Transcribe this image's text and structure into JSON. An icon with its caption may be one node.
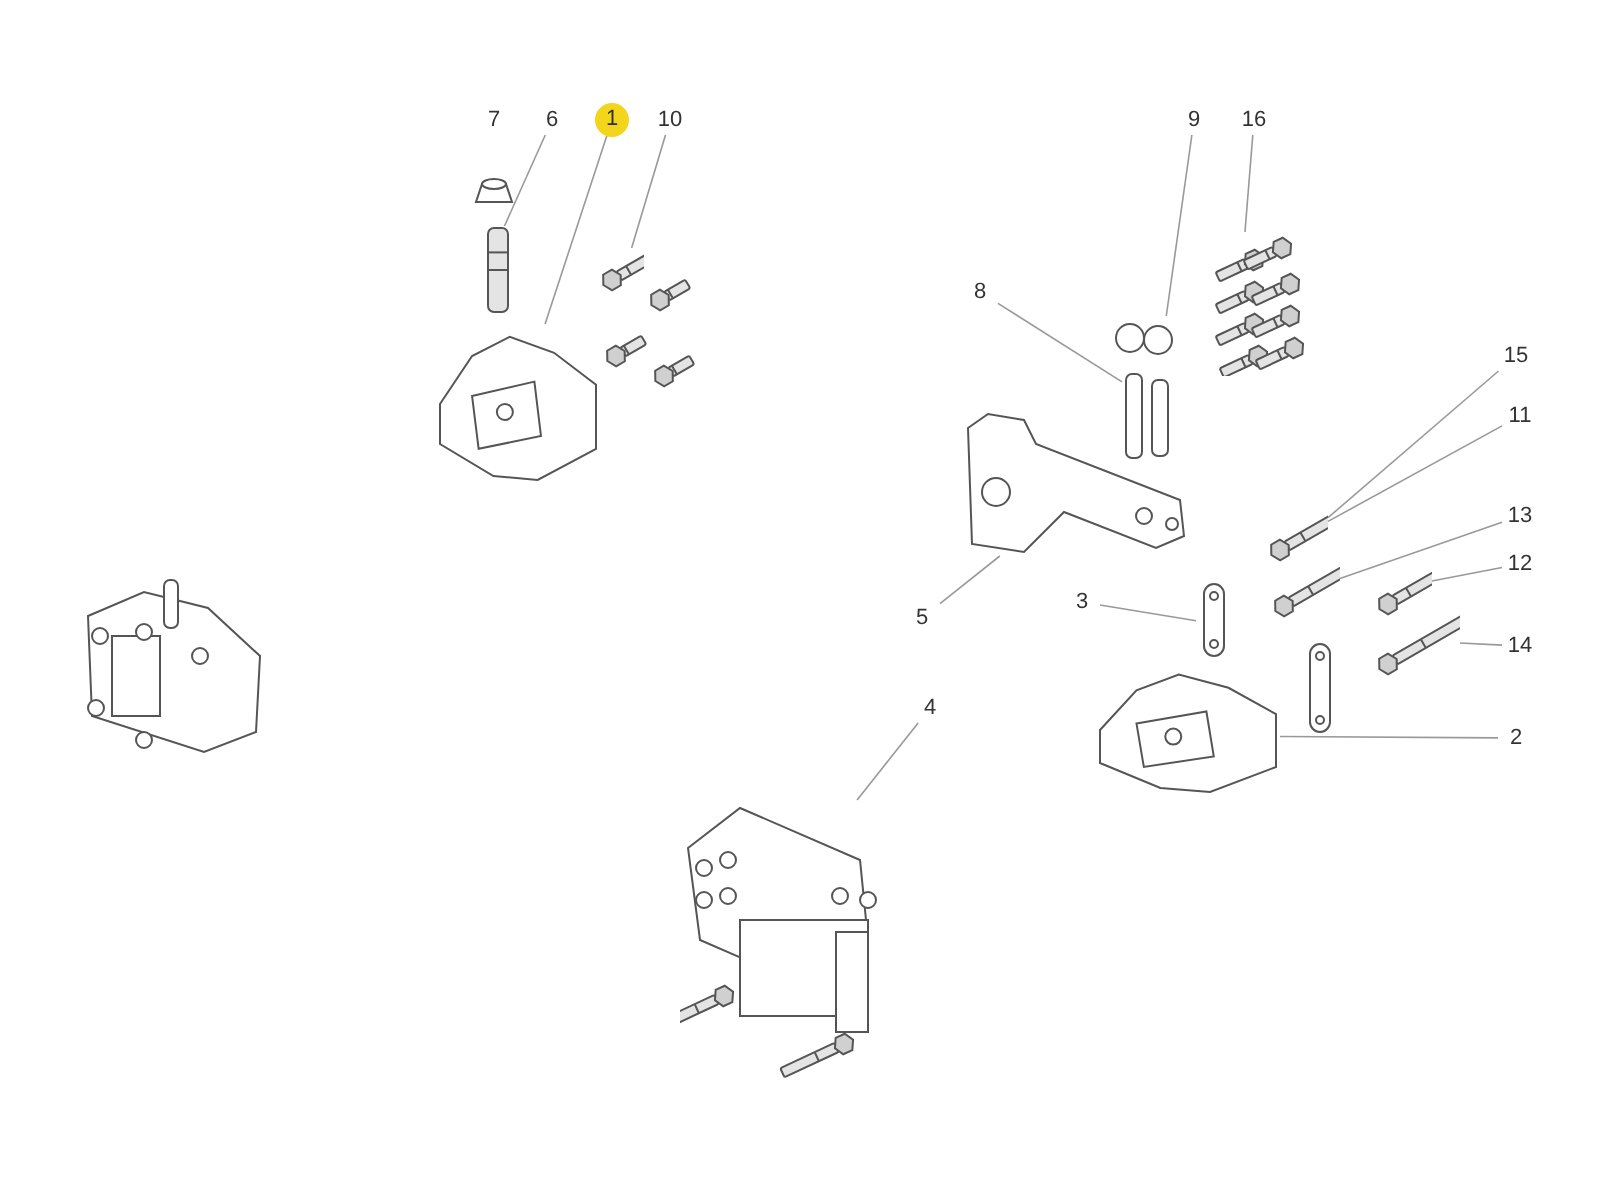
{
  "diagram": {
    "nodes": [
      {
        "text": [
          "6"
        ]
      },
      {
        "text": [
          "1"
        ]
      },
      {
        "text": [
          "10"
        ]
      },
      {
        "text": [
          "9"
        ]
      },
      {
        "text": [
          "16"
        ]
      },
      {
        "text": [
          "8"
        ]
      },
      {
        "text": [
          "15"
        ]
      },
      {
        "text": [
          "11"
        ]
      },
      {
        "text": [
          "13"
        ]
      },
      {
        "text": [
          "12"
        ]
      },
      {
        "text": [
          "5"
        ]
      },
      {
        "text": [
          "3"
        ]
      },
      {
        "text": [
          "14"
        ]
      },
      {
        "text": [
          "4"
        ]
      },
      {
        "text": [
          "2"
        ]
      },
      {
        "text": [],
        "shape": "picture"
      },
      {
        "text": [],
        "shape": "picture"
      },
      {
        "text": [],
        "shape": "picture"
      },
      {
        "text": [],
        "shape": "picture"
      },
      {
        "text": [],
        "shape": "picture"
      },
      {
        "text": [],
        "shape": "picture"
      },
      {
        "text": [],
        "shape": "picture"
      },
      {
        "text": [],
        "shape": "picture"
      },
      {
        "text": [],
        "shape": "picture"
      },
      {
        "text": [],
        "shape": "picture"
      },
      {
        "text": [],
        "shape": "picture"
      },
      {
        "text": [],
        "shape": "picture"
      },
      {
        "text": [],
        "shape": "picture"
      },
      {
        "text": [],
        "shape": "picture"
      }
    ],
    "edges": [
      {
        "from": 0,
        "to": 15,
        "arrow": "none"
      },
      {
        "from": 1,
        "to": 16,
        "arrow": "none"
      },
      {
        "from": 2,
        "to": 17,
        "arrow": "none"
      },
      {
        "from": 3,
        "to": 18,
        "arrow": "none"
      },
      {
        "from": 4,
        "to": 19,
        "arrow": "none"
      },
      {
        "from": 5,
        "to": 20,
        "arrow": "none"
      },
      {
        "from": 6,
        "to": 22,
        "arrow": "none"
      },
      {
        "from": 7,
        "to": 22,
        "arrow": "none"
      },
      {
        "from": 8,
        "to": 23,
        "arrow": "none"
      },
      {
        "from": 9,
        "to": 24,
        "arrow": "none"
      },
      {
        "from": 10,
        "to": 21,
        "arrow": "none"
      },
      {
        "from": 11,
        "to": 25,
        "arrow": "none"
      },
      {
        "from": 12,
        "to": 26,
        "arrow": "none"
      },
      {
        "from": 13,
        "to": 27,
        "arrow": "none"
      },
      {
        "from": 14,
        "to": 28,
        "arrow": "none"
      }
    ],
    "labels": [
      "7"
    ]
  }
}
